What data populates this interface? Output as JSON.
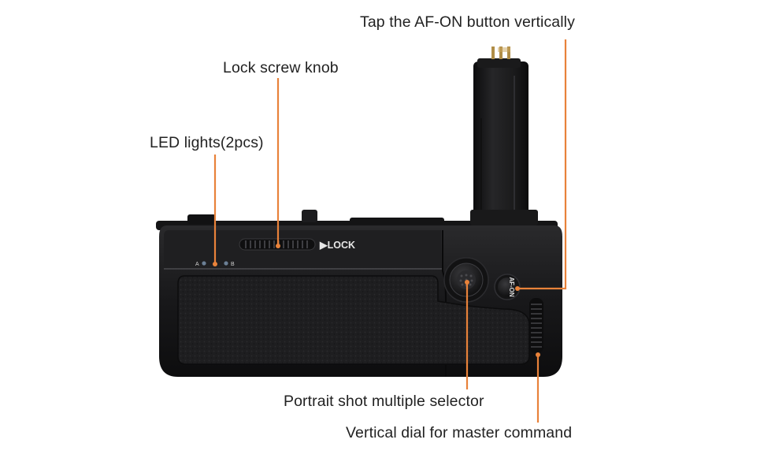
{
  "callouts": {
    "af_on": "Tap the AF-ON button vertically",
    "lock_knob": "Lock screw knob",
    "led": "LED lights(2pcs)",
    "selector": "Portrait shot multiple selector",
    "dial": "Vertical dial for master command"
  },
  "grip_markings": {
    "lock": "▶LOCK",
    "led_a": "A",
    "led_b": "B",
    "af_on_button": "AF-ON"
  },
  "colors": {
    "callout_line": "#e8823a",
    "grip_body": "#1b1b1c",
    "text": "#222222"
  }
}
